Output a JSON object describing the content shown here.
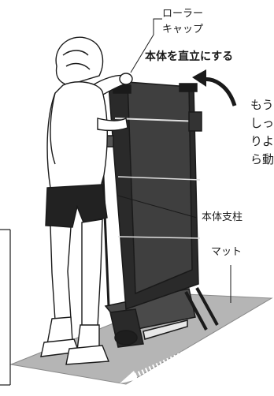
{
  "labels": {
    "roller_cap_line1": "ローラー",
    "roller_cap_line2": "キャップ",
    "stand_upright": "本体を直立にする",
    "body_support": "本体支柱",
    "mat": "マット"
  },
  "left_text_fragments": [
    "もう",
    "しっ",
    "りよ",
    "ら動"
  ],
  "colors": {
    "mat_fill": "#b5b5b5",
    "belt_fill": "#3f3f3f",
    "frame_fill": "#2a2a2a",
    "line": "#1a1a1a"
  }
}
